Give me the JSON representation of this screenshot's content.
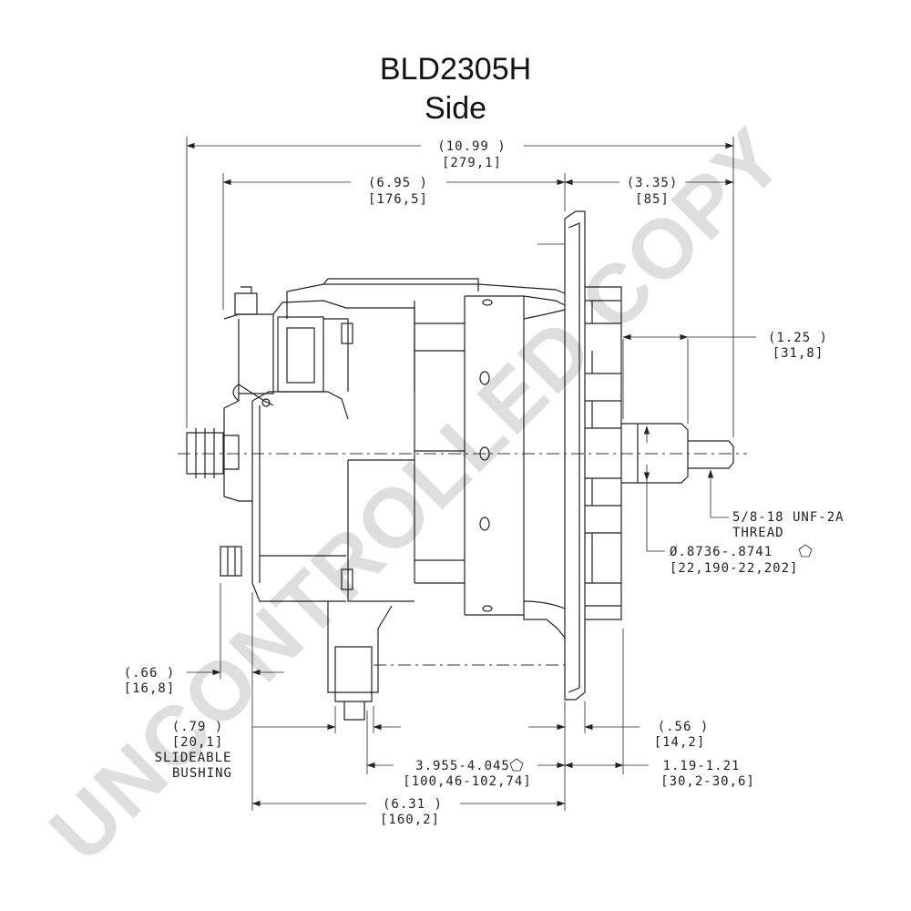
{
  "title": "BLD2305H",
  "view": "Side",
  "watermark": "UNCONTROLLED COPY",
  "dimensions": {
    "overall_length": {
      "in": "(10.99   )",
      "mm": "[279,1]"
    },
    "body_length": {
      "in": "(6.95   )",
      "mm": "[176,5]"
    },
    "front_projection": {
      "in": "(3.35)",
      "mm": "[85]"
    },
    "shaft_length": {
      "in": "(1.25   )",
      "mm": "[31,8]"
    },
    "thread": {
      "line1": "5/8-18 UNF-2A",
      "line2": "THREAD"
    },
    "shaft_diameter": {
      "in": "Ø.8736-.8741",
      "mm": "[22,190-22,202]"
    },
    "rear_mount_offset": {
      "in": "(.66   )",
      "mm": "[16,8]"
    },
    "bushing": {
      "in": "(.79   )",
      "mm": "[20,1]",
      "line1": "SLIDEABLE",
      "line2": "BUSHING"
    },
    "flange_thickness": {
      "in": "(.56   )",
      "mm": "[14,2]"
    },
    "mount_span": {
      "in": "3.955-4.045",
      "mm": "[100,46-102,74]"
    },
    "pulley_offset": {
      "in": "1.19-1.21",
      "mm": "[30,2-30,6]"
    },
    "mount_to_flange": {
      "in": "(6.31   )",
      "mm": "[160,2]"
    }
  }
}
